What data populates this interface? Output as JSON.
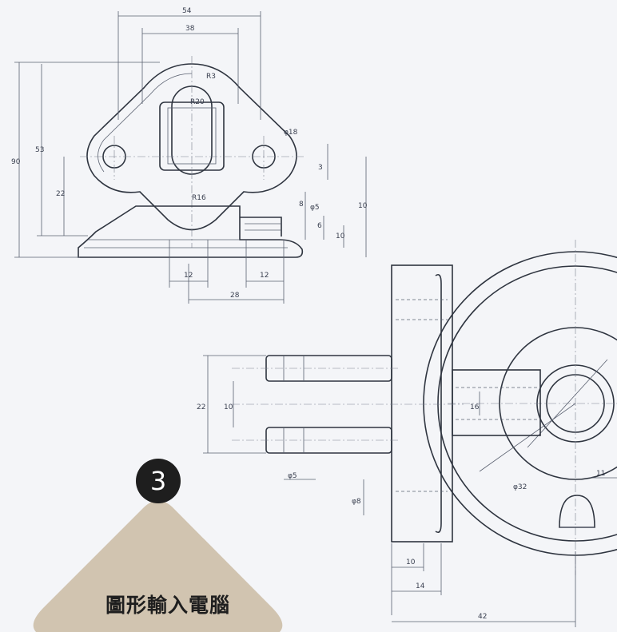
{
  "step": {
    "number": "3",
    "label": "圖形輸入電腦",
    "badge_color": "#1e1e1e",
    "panel_color": "#d1c4b0"
  },
  "drawing": {
    "top_view_dimensions": [
      "54",
      "38",
      "R3",
      "R20",
      "R16",
      "φ18",
      "3",
      "10",
      "22",
      "53",
      "90",
      "8",
      "6",
      "10",
      "φ5",
      "12",
      "12",
      "28"
    ],
    "side_view_dimensions": [
      "22",
      "10",
      "16",
      "φ5",
      "φ8",
      "φ32",
      "11",
      "10",
      "14",
      "42"
    ]
  }
}
